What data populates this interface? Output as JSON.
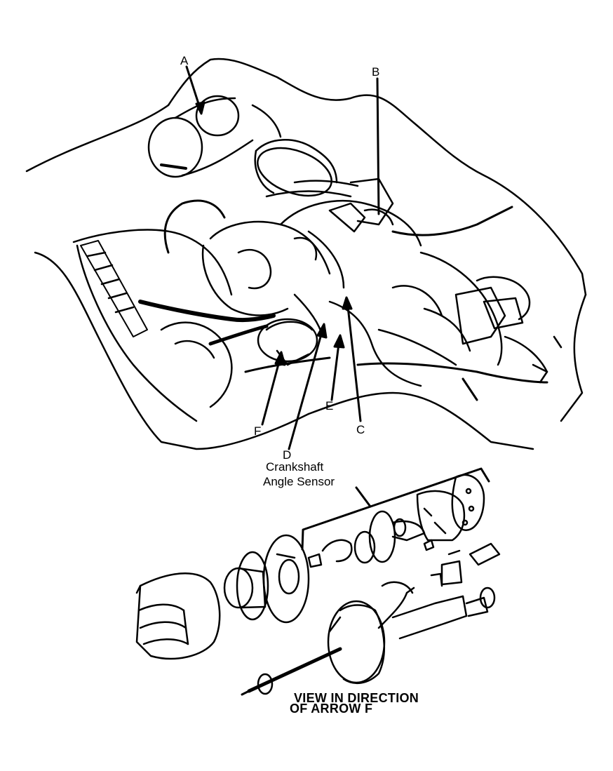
{
  "labels": {
    "A": "A",
    "B": "B",
    "C": "C",
    "D": "D",
    "E": "E",
    "F": "F"
  },
  "caption": {
    "line1": "Crankshaft",
    "line2": "Angle Sensor"
  },
  "view_note": {
    "line1": "VIEW IN DIRECTION",
    "line2": "OF ARROW F"
  },
  "colors": {
    "ink": "#000000",
    "paper": "#ffffff"
  }
}
